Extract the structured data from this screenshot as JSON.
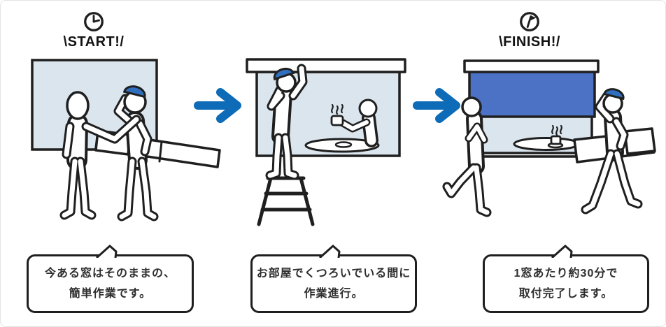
{
  "colors": {
    "outline": "#1f1f1f",
    "glass": "#dbe5ee",
    "shade": "#4b72c4",
    "arrow": "#0d6bb7",
    "cap": "#2f6fbe",
    "bubble_text": "#2d2d2d",
    "frame_border": "#e3e3e3"
  },
  "steps": [
    {
      "name": "start",
      "badge_icon": "clock-icon",
      "badge_label": "\\START!/",
      "caption1": "今ある窓はそのままの、",
      "caption2": "簡単作業です。"
    },
    {
      "name": "in-progress",
      "caption1": "お部屋でくつろいでいる間に",
      "caption2": "作業進行。"
    },
    {
      "name": "finish",
      "badge_icon": "finish-flag-icon",
      "badge_label": "\\FINISH!/",
      "caption1": "1窓あたり約30分で",
      "caption2": "取付完了します。"
    }
  ]
}
